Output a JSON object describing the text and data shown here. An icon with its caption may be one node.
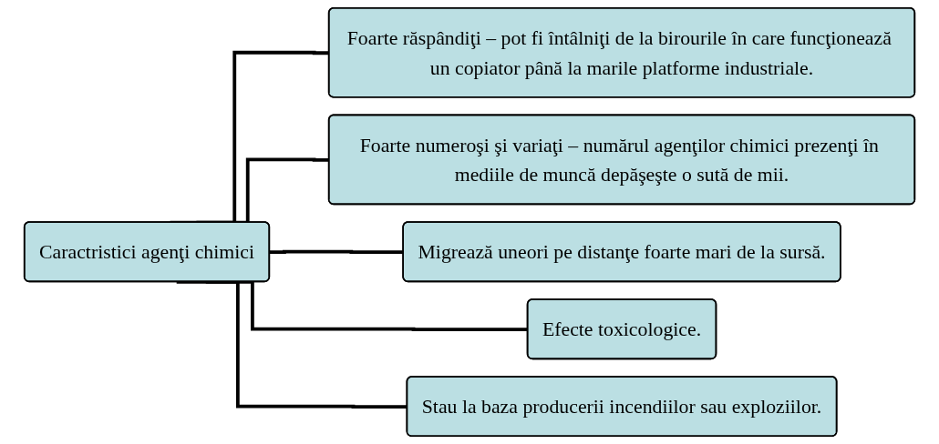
{
  "diagram": {
    "nodes": [
      {
        "text": [
          "Caractristici agenţi chimici"
        ]
      },
      {
        "text": [
          "Foarte răspândiţi – pot fi întâlniţi de la birourile în care funcţionează un copiator până la marile platforme industriale."
        ]
      },
      {
        "text": [
          "Foarte numeroşi şi variaţi – numărul agenţilor chimici prezenţi în mediile de muncă depăşeşte o sută de mii."
        ]
      },
      {
        "text": [
          "Migrează uneori pe distanţe foarte mari de la sursă."
        ]
      },
      {
        "text": [
          "Efecte toxicologice."
        ]
      },
      {
        "text": [
          "Stau la baza producerii incendiilor sau exploziilor."
        ]
      }
    ],
    "edges": [
      {
        "from": 0,
        "to": 1,
        "arrow": "none"
      },
      {
        "from": 0,
        "to": 2,
        "arrow": "none"
      },
      {
        "from": 0,
        "to": 3,
        "arrow": "none"
      },
      {
        "from": 0,
        "to": 4,
        "arrow": "none"
      },
      {
        "from": 0,
        "to": 5,
        "arrow": "none"
      }
    ]
  }
}
